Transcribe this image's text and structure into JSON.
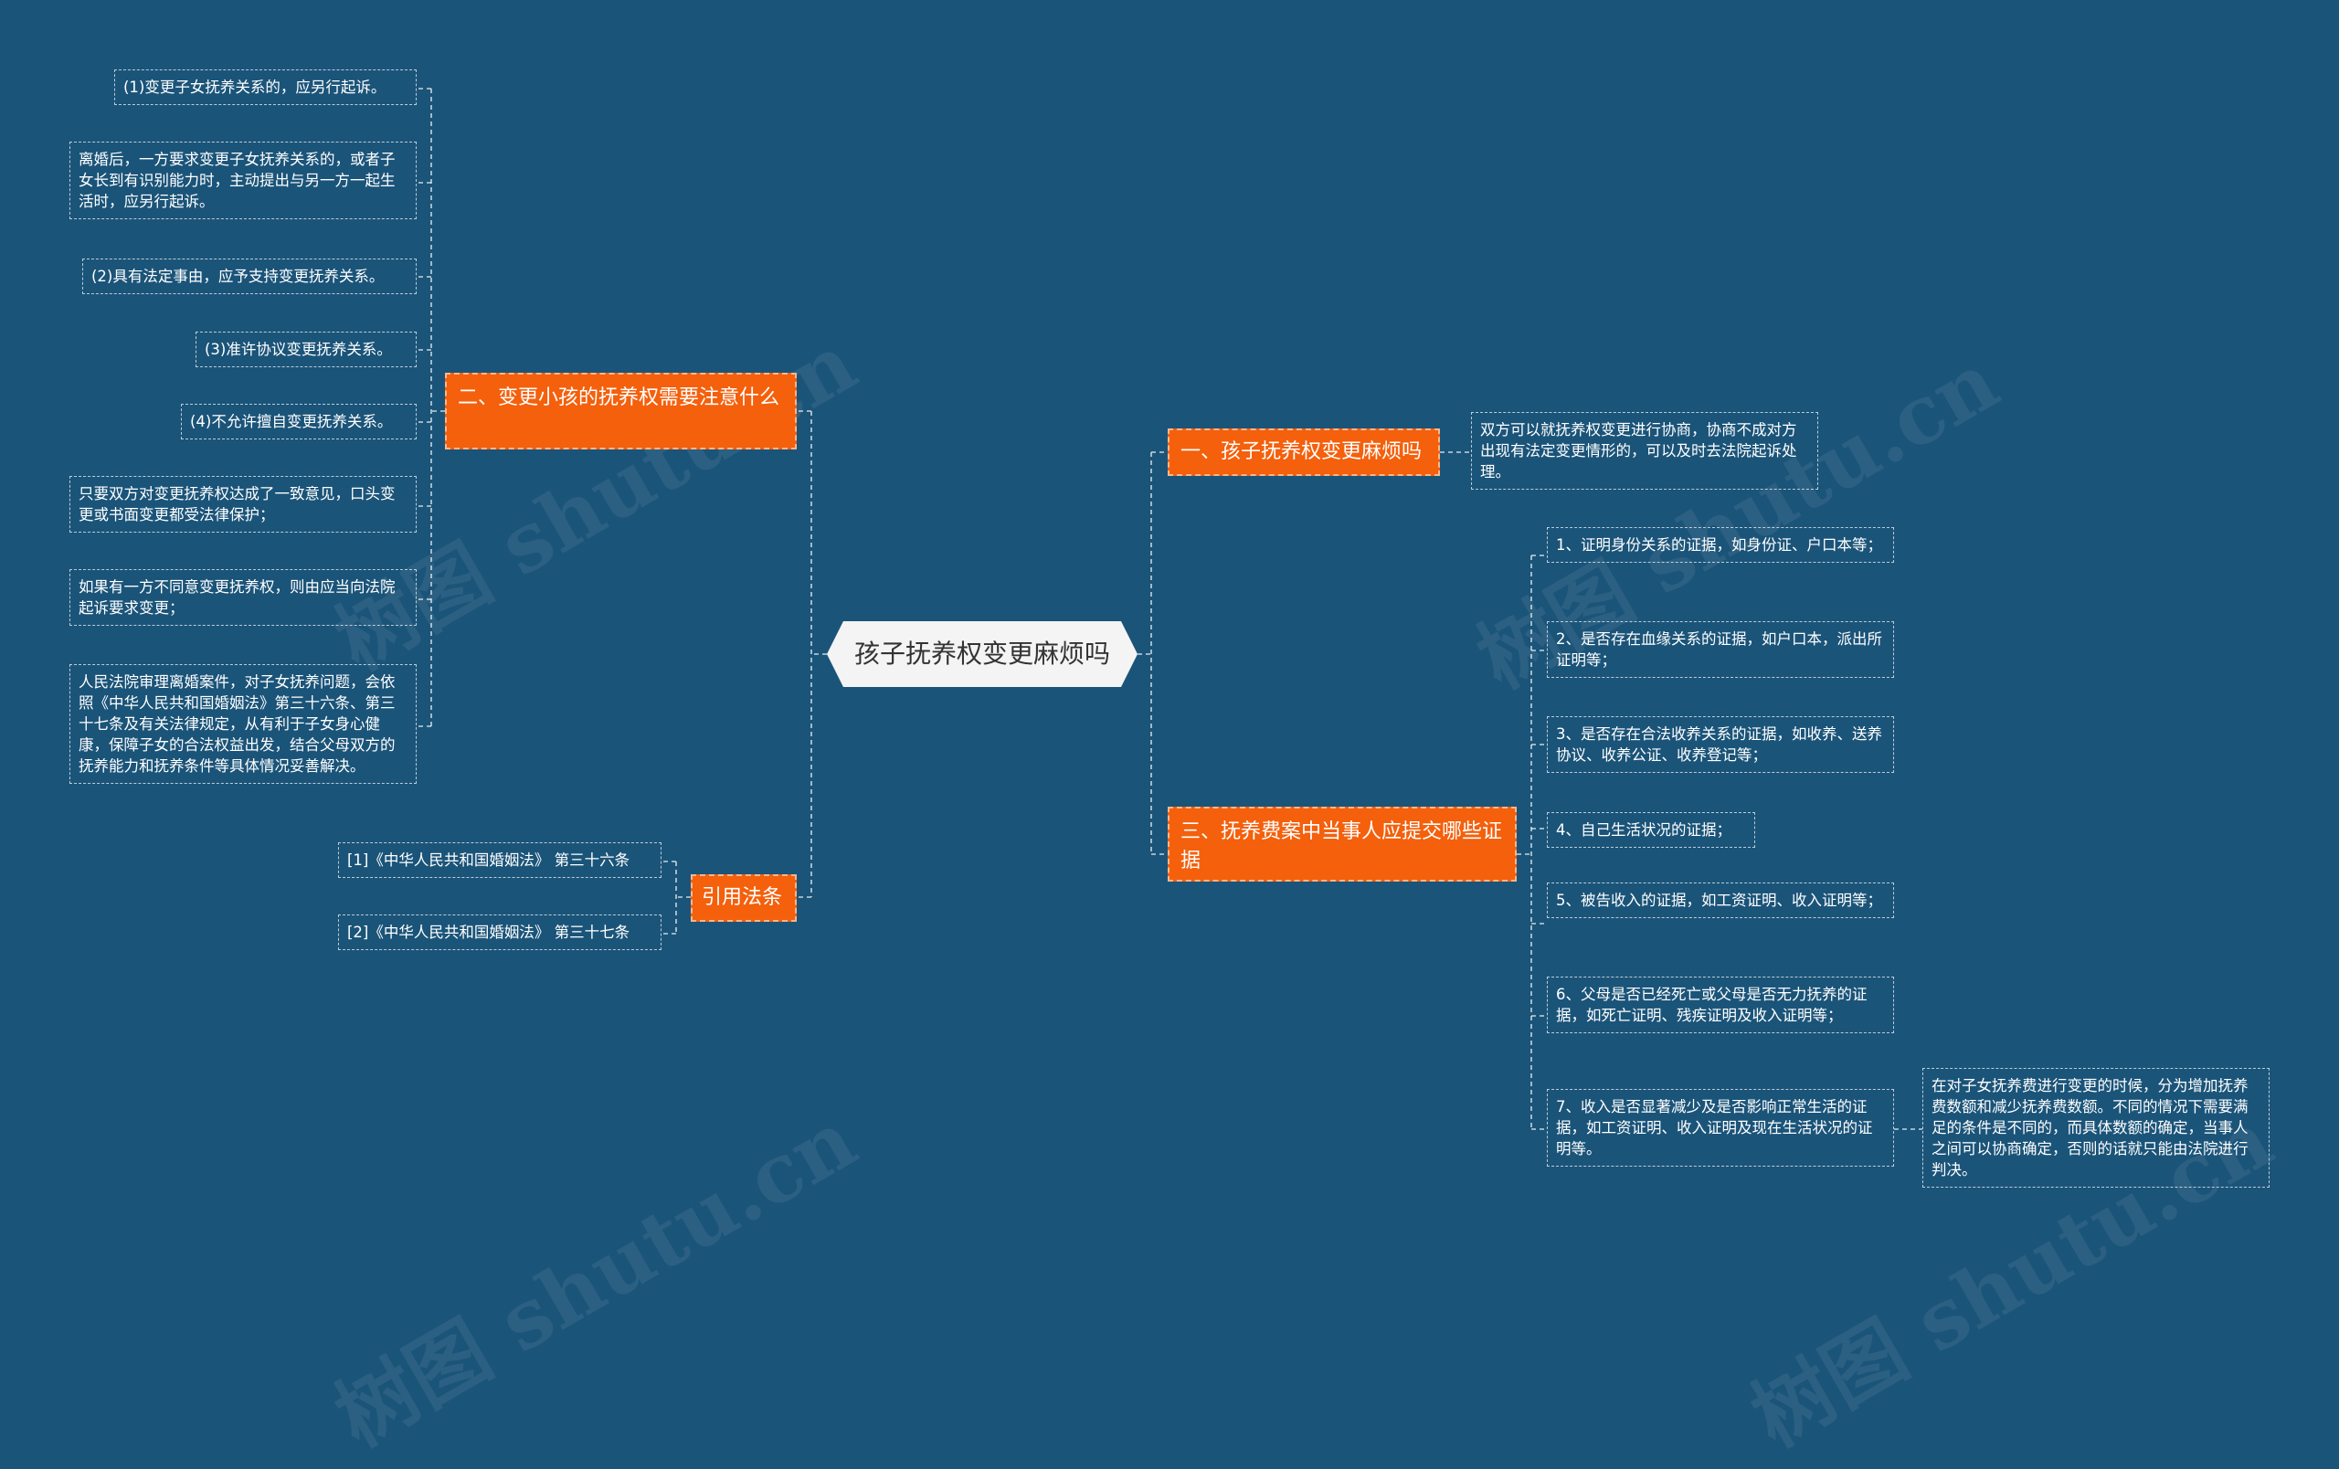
{
  "watermark": "树图 shutu.cn",
  "colors": {
    "background": "#1b5479",
    "branch": "#f4600c",
    "center": "#f4f4f4"
  },
  "center": {
    "label": "孩子抚养权变更麻烦吗"
  },
  "branches": {
    "b1": {
      "label": "一、孩子抚养权变更麻烦吗",
      "items": [
        "双方可以就抚养权变更进行协商，协商不成对方出现有法定变更情形的，可以及时去法院起诉处理。"
      ]
    },
    "b2": {
      "label": "二、变更小孩的抚养权需要注意什么",
      "items": [
        "(1)变更子女抚养关系的，应另行起诉。",
        "离婚后，一方要求变更子女抚养关系的，或者子女长到有识别能力时，主动提出与另一方一起生活时，应另行起诉。",
        "(2)具有法定事由，应予支持变更抚养关系。",
        "(3)准许协议变更抚养关系。",
        "(4)不允许擅自变更抚养关系。",
        "只要双方对变更抚养权达成了一致意见，口头变更或书面变更都受法律保护；",
        "如果有一方不同意变更抚养权，则由应当向法院起诉要求变更；",
        "人民法院审理离婚案件，对子女抚养问题，会依照《中华人民共和国婚姻法》第三十六条、第三十七条及有关法律规定，从有利于子女身心健康，保障子女的合法权益出发，结合父母双方的抚养能力和抚养条件等具体情况妥善解决。"
      ]
    },
    "b3": {
      "label": "三、抚养费案中当事人应提交哪些证据",
      "items": [
        "1、证明身份关系的证据，如身份证、户口本等；",
        "2、是否存在血缘关系的证据，如户口本，派出所证明等；",
        "3、是否存在合法收养关系的证据，如收养、送养协议、收养公证、收养登记等；",
        "4、自己生活状况的证据；",
        "5、被告收入的证据，如工资证明、收入证明等；",
        "6、父母是否已经死亡或父母是否无力抚养的证据，如死亡证明、残疾证明及收入证明等；",
        "7、收入是否显著减少及是否影响正常生活的证据，如工资证明、收入证明及现在生活状况的证明等。"
      ],
      "sub7": "在对子女抚养费进行变更的时候，分为增加抚养费数额和减少抚养费数额。不同的情况下需要满足的条件是不同的，而具体数额的确定，当事人之间可以协商确定，否则的话就只能由法院进行判决。"
    },
    "b4": {
      "label": "引用法条",
      "items": [
        "[1]《中华人民共和国婚姻法》 第三十六条",
        "[2]《中华人民共和国婚姻法》 第三十七条"
      ]
    }
  }
}
